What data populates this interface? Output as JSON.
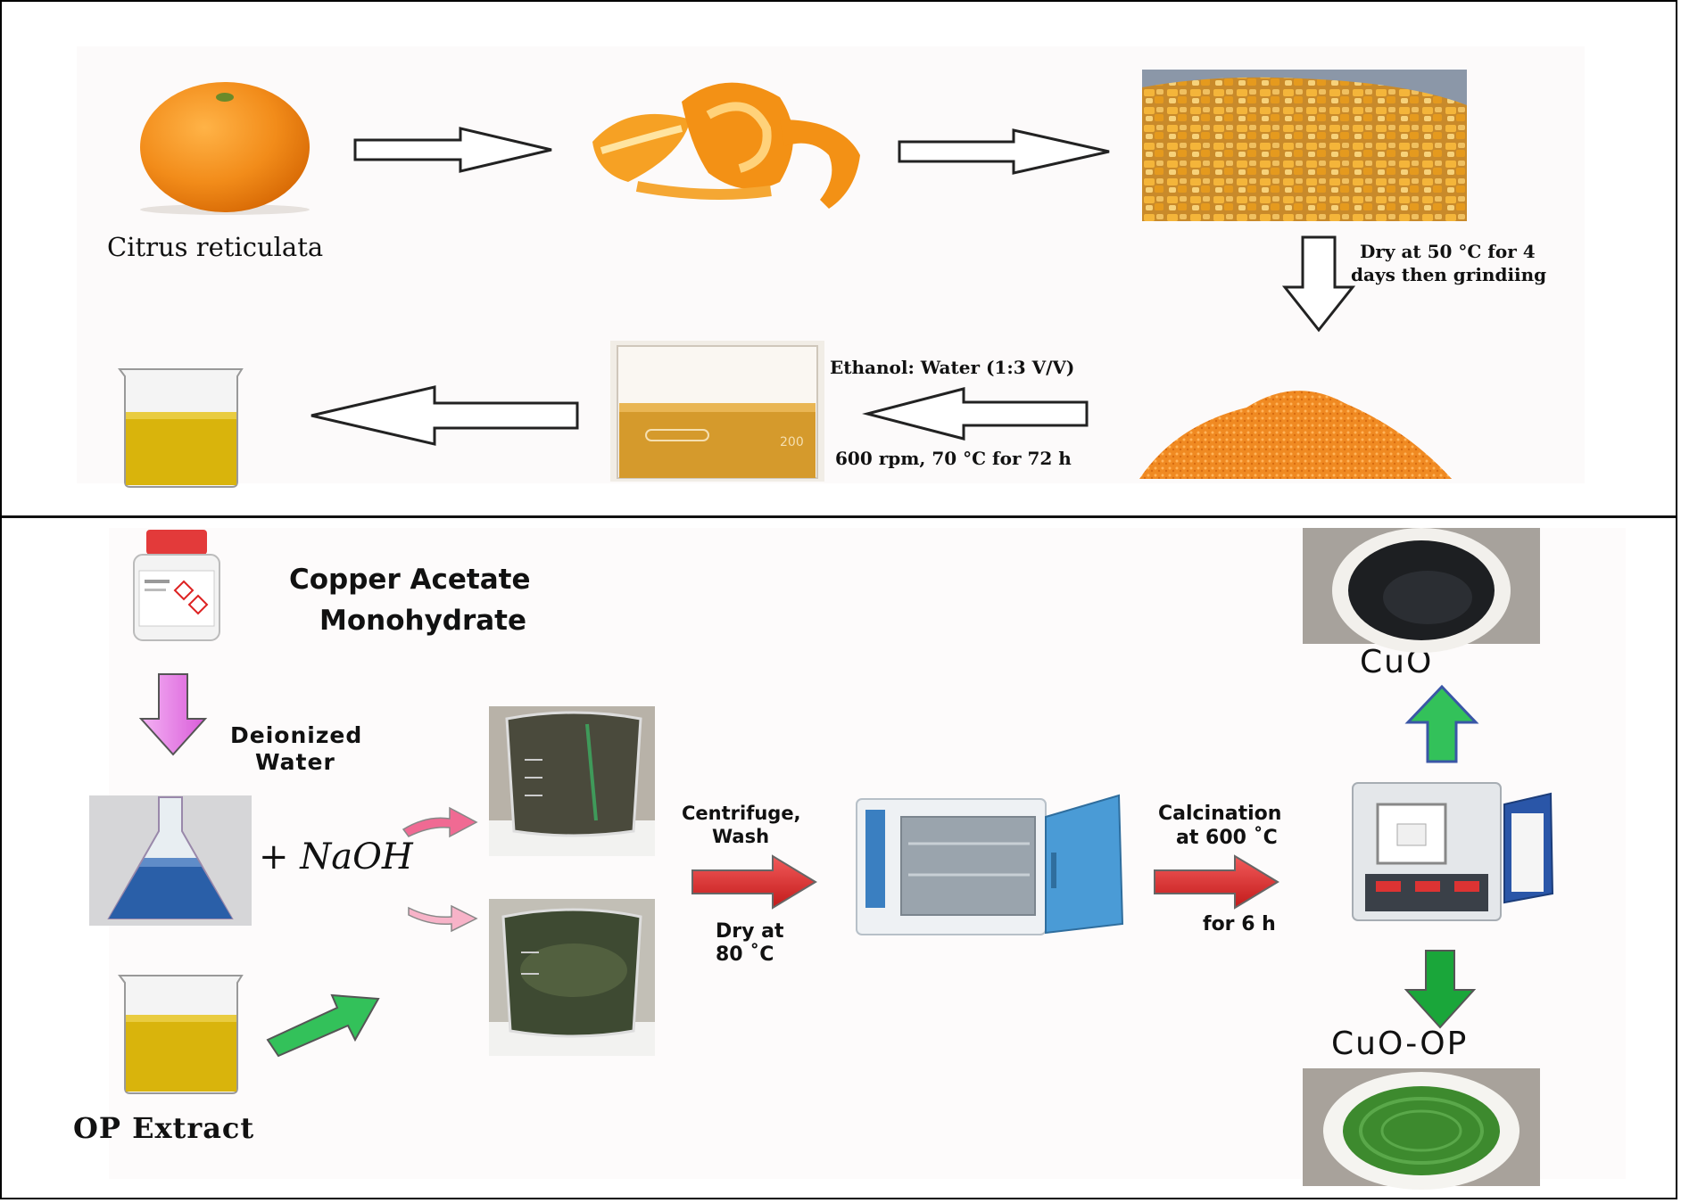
{
  "top": {
    "citrus_label": "Citrus reticulata",
    "dry_step": [
      "Dry at 50 °C for 4",
      "days then grindiing"
    ],
    "solvent_label": "Ethanol: Water (1:3 V/V)",
    "stir_label": "600 rpm, 70 °C for 72 h"
  },
  "bottom": {
    "copper_label": [
      "Copper Acetate",
      "Monohydrate"
    ],
    "water_label": [
      "Deionized",
      "Water"
    ],
    "naoh_label": "+ NaOH",
    "op_label": "OP Extract",
    "centrifuge_label": [
      "Centrifuge,",
      "Wash"
    ],
    "dry_label": [
      "Dry at",
      "80 ˚C"
    ],
    "calcination_label": [
      "Calcination",
      "at 600 ˚C"
    ],
    "time_label": "for 6 h",
    "cuo_label": "CuO",
    "cuo_op_label": "CuO-OP"
  },
  "colors": {
    "orange": "#f28c1a",
    "extract_yellow": "#d9b40c",
    "arrow_magenta": "#e985e9",
    "arrow_pink": "#f06a93",
    "arrow_green": "#33c15a",
    "arrow_red": "#e23131",
    "cuo_green": "#1aa63a"
  }
}
